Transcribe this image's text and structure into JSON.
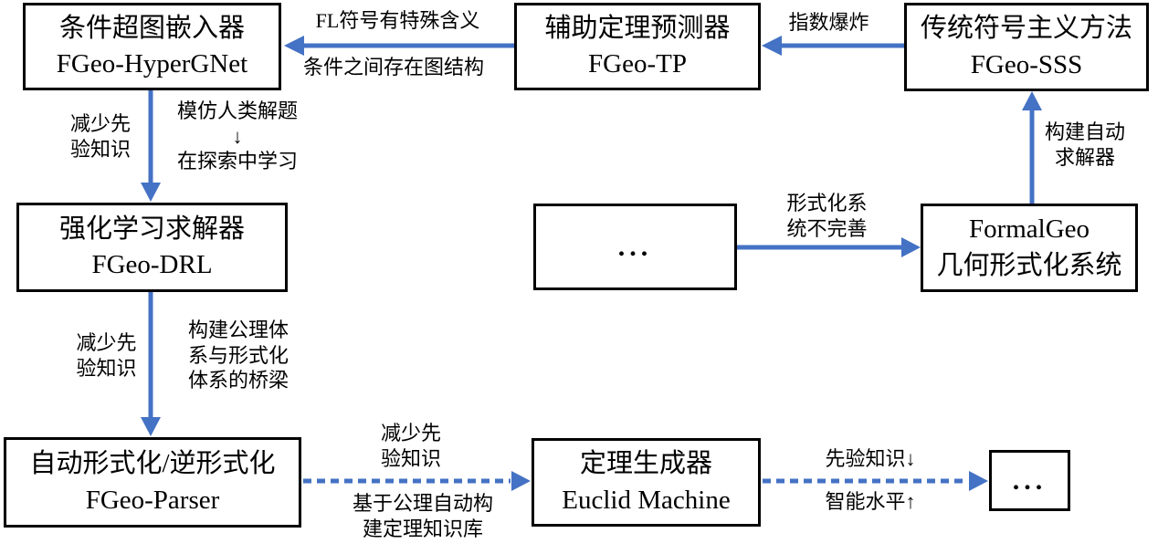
{
  "colors": {
    "arrow": "#4472C4",
    "box_border": "#000000",
    "background": "#ffffff",
    "text": "#000000"
  },
  "nodes": {
    "hypergnet": {
      "title": "条件超图嵌入器",
      "subtitle": "FGeo-HyperGNet"
    },
    "tp": {
      "title": "辅助定理预测器",
      "subtitle": "FGeo-TP"
    },
    "sss": {
      "title": "传统符号主义方法",
      "subtitle": "FGeo-SSS"
    },
    "drl": {
      "title": "强化学习求解器",
      "subtitle": "FGeo-DRL"
    },
    "ellipsis_mid": {
      "title": "..."
    },
    "formalgeo": {
      "title": "FormalGeo",
      "subtitle": "几何形式化系统"
    },
    "parser": {
      "title": "自动形式化/逆形式化",
      "subtitle": "FGeo-Parser"
    },
    "euclid": {
      "title": "定理生成器",
      "subtitle": "Euclid Machine"
    },
    "ellipsis_end": {
      "title": "..."
    }
  },
  "edge_labels": {
    "tp_to_hypergnet_top": "FL符号有特殊含义",
    "tp_to_hypergnet_bottom": "条件之间存在图结构",
    "sss_to_tp": "指数爆炸",
    "hypergnet_to_drl_left": "减少先\n验知识",
    "hypergnet_to_drl_right": "模仿人类解题\n↓\n在探索中学习",
    "formalgeo_to_sss": "构建自动\n求解器",
    "mid_to_formalgeo": "形式化系\n统不完善",
    "drl_to_parser_left": "减少先\n验知识",
    "drl_to_parser_right": "构建公理体\n系与形式化\n体系的桥梁",
    "parser_to_euclid_top": "减少先\n验知识",
    "parser_to_euclid_bottom": "基于公理自动构\n建定理知识库",
    "euclid_to_end_top": "先验知识↓",
    "euclid_to_end_bottom": "智能水平↑"
  }
}
